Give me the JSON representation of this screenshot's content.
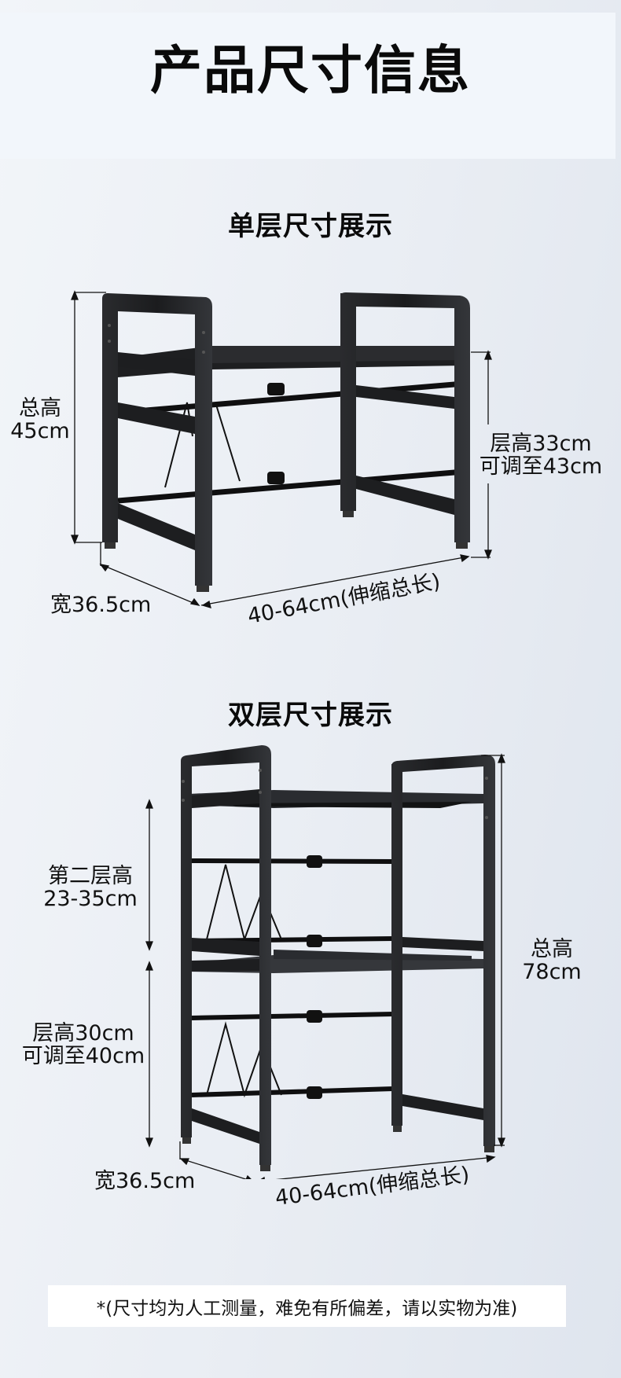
{
  "header": {
    "title": "产品尺寸信息"
  },
  "single_layer": {
    "title": "单层尺寸展示",
    "total_height_label": "总高",
    "total_height_value": "45cm",
    "layer_height_line1": "层高33cm",
    "layer_height_line2": "可调至43cm",
    "width": "宽36.5cm",
    "length": "40-64cm(伸缩总长)"
  },
  "double_layer": {
    "title": "双层尺寸展示",
    "second_layer_label": "第二层高",
    "second_layer_value": "23-35cm",
    "layer_height_line1": "层高30cm",
    "layer_height_line2": "可调至40cm",
    "total_height_label": "总高",
    "total_height_value": "78cm",
    "width": "宽36.5cm",
    "length": "40-64cm(伸缩总长)"
  },
  "footer": {
    "disclaimer": "*(尺寸均为人工测量，难免有所偏差，请以实物为准)"
  },
  "colors": {
    "frame": "#1c1d1f",
    "frame_highlight": "#3a3c40",
    "background": "#e9edf3"
  }
}
